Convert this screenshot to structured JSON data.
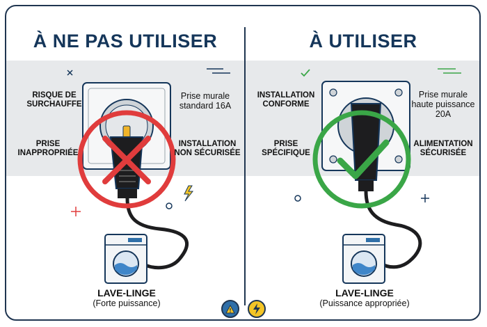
{
  "left_panel": {
    "title": "À NE PAS UTILISER",
    "label_risk": "RISQUE DE\nSURCHAUFFE",
    "label_outlet": "Prise murale\nstandard 16A",
    "label_plug": "PRISE\nINAPPROPRIÉE",
    "label_install": "INSTALLATION\nNON SÉCURISÉE",
    "appliance": "LAVE-LINGE",
    "appliance_note": "(Forte puissance)"
  },
  "right_panel": {
    "title": "À UTILISER",
    "label_install": "INSTALLATION\nCONFORME",
    "label_outlet": "Prise murale\nhaute puissance\n20A",
    "label_plug": "PRISE\nSPÉCIFIQUE",
    "label_power": "ALIMENTATION\nSÉCURISÉE",
    "appliance": "LAVE-LINGE",
    "appliance_note": "(Puissance appropriée)"
  },
  "colors": {
    "navy": "#15365a",
    "bad": "#e03c3c",
    "good": "#3aa647",
    "band": "#e7e9eb",
    "warn_badge": "#2f6fa8",
    "bolt_badge": "#f4c526"
  },
  "icons": {
    "left_mark": "cross-icon",
    "right_mark": "check-icon",
    "badge_left": "warning-triangle-icon",
    "badge_right": "lightning-bolt-icon"
  }
}
